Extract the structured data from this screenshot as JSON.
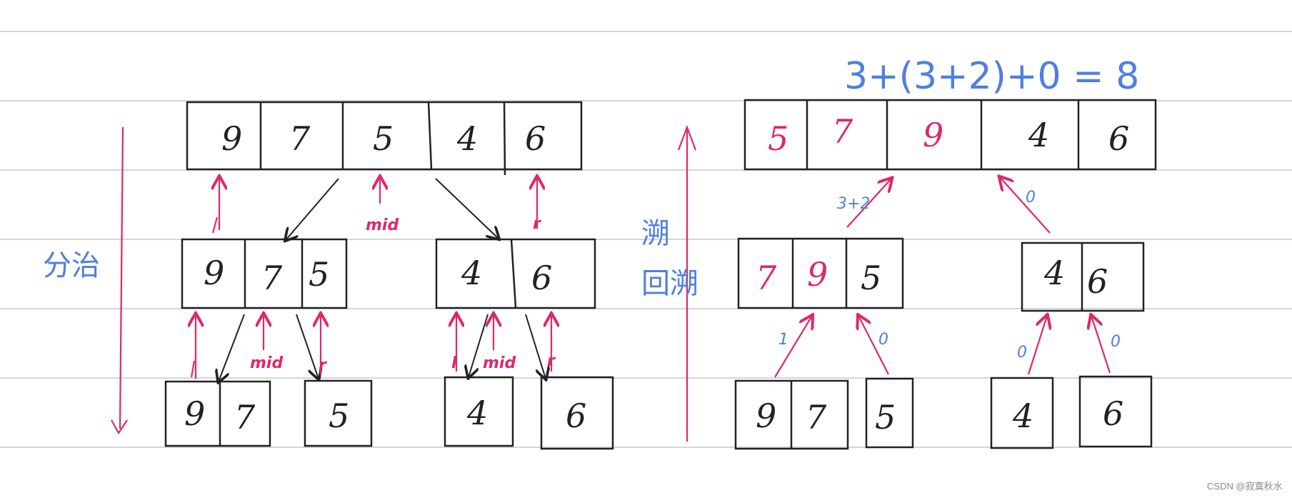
{
  "left": {
    "title": "分治",
    "top_row": [
      "9",
      "7",
      "5",
      "4",
      "6"
    ],
    "mid_left": [
      "9",
      "7",
      "5"
    ],
    "mid_right": [
      "4",
      "6"
    ],
    "bottom": [
      [
        "9",
        "7"
      ],
      [
        "5"
      ],
      [
        "4"
      ],
      [
        "6"
      ]
    ],
    "labels": {
      "l": "l",
      "mid": "mid",
      "r": "r"
    }
  },
  "right": {
    "title_line1": "溯",
    "title_line2": "回溯",
    "equation": "3+(3+2)+0 = 8",
    "top_row": [
      "5",
      "7",
      "9",
      "4",
      "6"
    ],
    "mid_left": [
      "7",
      "9",
      "5"
    ],
    "mid_right": [
      "4",
      "6"
    ],
    "bottom": [
      [
        "9",
        "7"
      ],
      [
        "5"
      ],
      [
        "4"
      ],
      [
        "6"
      ]
    ],
    "counts": {
      "a": "3+2",
      "b": "0",
      "c": "1",
      "d": "0",
      "e": "0",
      "f": "0"
    }
  },
  "watermark": "CSDN @寂寞秋水",
  "colors": {
    "pink": "#e0266c",
    "blue": "#4f7fe0",
    "ink": "#222222",
    "rule": "#c8c8c8"
  }
}
